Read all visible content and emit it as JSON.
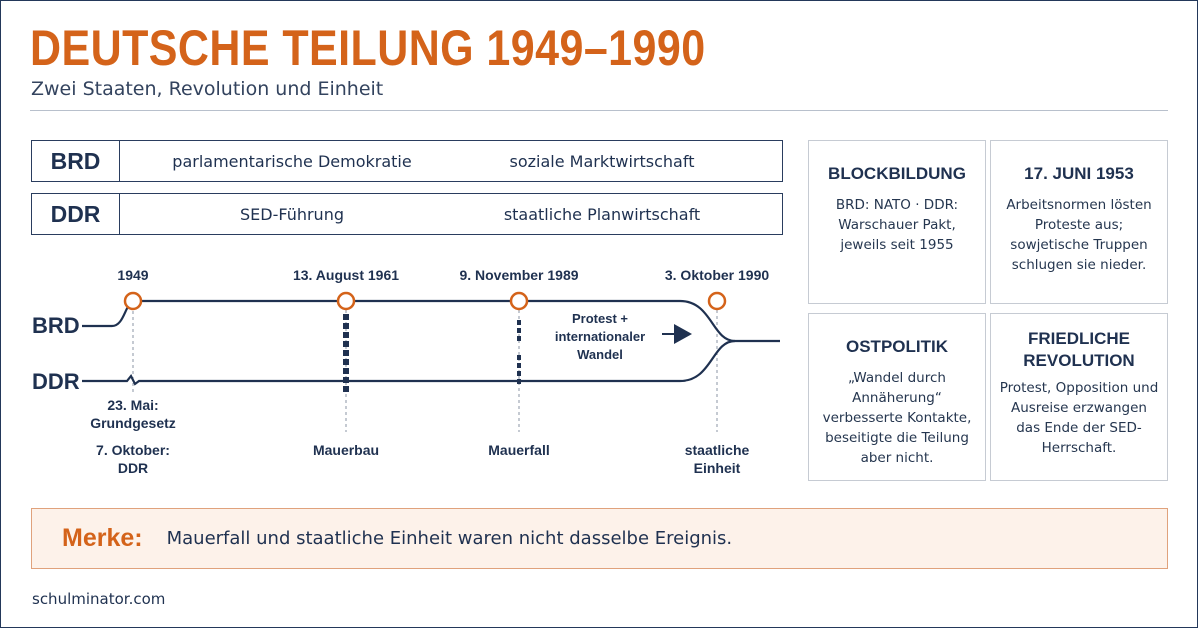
{
  "title": "DEUTSCHE TEILUNG 1949–1990",
  "subtitle": "Zwei Staaten, Revolution und Einheit",
  "systems": [
    {
      "label": "BRD",
      "values": [
        "parlamentarische Demokratie",
        "soziale Marktwirtschaft"
      ]
    },
    {
      "label": "DDR",
      "values": [
        "SED-Führung",
        "staatliche Planwirtschaft"
      ]
    }
  ],
  "timeline": {
    "tracks": [
      "BRD",
      "DDR"
    ],
    "dates": [
      "1949",
      "13. August 1961",
      "9. November 1989",
      "3. Oktober 1990"
    ],
    "below": {
      "grundgesetz": "23. Mai:\nGrundgesetz",
      "ddr": "7. Oktober:\nDDR",
      "mauerbau": "Mauerbau",
      "mauerfall": "Mauerfall",
      "einheit": "staatliche\nEinheit"
    },
    "protest": "Protest +\ninternationaler\nWandel"
  },
  "cards": [
    {
      "heading": "BLOCKBILDUNG",
      "body": "BRD: NATO · DDR: Warschauer Pakt, jeweils seit 1955"
    },
    {
      "heading": "17. JUNI 1953",
      "body": "Arbeitsnormen lösten Proteste aus; sowjetische Truppen schlugen sie nieder."
    },
    {
      "heading": "OSTPOLITIK",
      "body": "„Wandel durch Annäherung“ verbesserte Kontakte, beseitigte die Teilung aber nicht."
    },
    {
      "heading": "FRIEDLICHE REVOLUTION",
      "body": "Protest, Opposition und Ausreise erzwangen das Ende der SED-Herrschaft."
    }
  ],
  "merke": {
    "label": "Merke:",
    "text": "Mauerfall und staatliche Einheit waren nicht dasselbe Ereignis."
  },
  "footer": "schulminator.com",
  "colors": {
    "accent": "#d4631a",
    "navy": "#1f3150",
    "box": "#fdf2ea"
  }
}
